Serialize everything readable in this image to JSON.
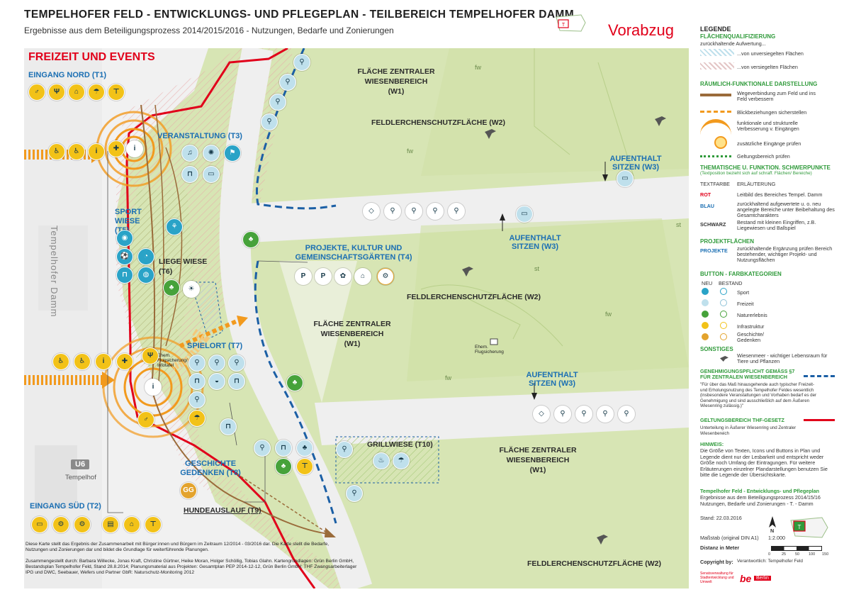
{
  "header": {
    "title": "TEMPELHOFER FELD - ENTWICKLUNGS- UND PFLEGEPLAN - TEILBEREICH TEMPELHOFER DAMM",
    "subtitle": "Ergebnisse aus dem Beteiligungsprozess 2014/2015/2016 - Nutzungen, Bedarfe und Zonierungen",
    "mini_map_label": "T",
    "stamp": "Vorabzug"
  },
  "map": {
    "section_title": "FREIZEIT UND EVENTS",
    "street": "Tempelhofer Damm",
    "ubahn": "U6",
    "ubahn_station": "Tempelhof",
    "zones": {
      "eingang_nord": "EINGANG NORD (T1)",
      "eingang_sued": "EINGANG SÜD (T2)",
      "veranstaltung": "VERANSTALTUNG (T3)",
      "gaerten": "PROJEKTE, KULTUR UND GEMEINSCHAFTSGÄRTEN (T4)",
      "sportwiese": "SPORT WIESE (T5)",
      "liegewiese": "LIEGE WIESE (T6)",
      "spielort": "SPIELORT (T7)",
      "geschichte": "GESCHICHTE GEDENKEN (T8)",
      "hundeauslauf": "HUNDEAUSLAUF (T9)",
      "grillwiese": "GRILLWIESE (T10)",
      "flaeche_w1_a": "FLÄCHE ZENTRALER WIESENBEREICH (W1)",
      "flaeche_w1_b": "FLÄCHE ZENTRALER WIESENBEREICH (W1)",
      "flaeche_w1_c": "FLÄCHE ZENTRALER WIESENBEREICH (W1)",
      "feldlerche_a": "FELDLERCHENSCHUTZFLÄCHE (W2)",
      "feldlerche_b": "FELDLERCHENSCHUTZFLÄCHE (W2)",
      "feldlerche_c": "FELDLERCHENSCHUTZFLÄCHE (W2)",
      "aufenthalt_a": "AUFENTHALT SITZEN (W3)",
      "aufenthalt_b": "AUFENTHALT SITZEN (W3)",
      "aufenthalt_c": "AUFENTHALT SITZEN (W3)"
    },
    "small_labels": {
      "fw1": "fw",
      "fw2": "fw",
      "fw3": "fw",
      "fw4": "fw",
      "st1": "st",
      "st2": "st",
      "ehem_flugsicherung": "Ehem. Flugsicherung",
      "ehem_flugsicherung_b": "Ehem. Flugsicherung/ Infotafel"
    },
    "icons": {
      "info": "i",
      "parking": "P",
      "gg": "GG"
    },
    "footnote": "Diese Karte stellt das Ergebnis der Zusammenarbeit mit Bürger:innen und Bürgern im Zeitraum 12/2014 - 03/2016 dar. Die Karte stellt die Bedarfe, Nutzungen und Zonierungen dar und bildet die Grundlage für weiterführende Planungen.",
    "credits": "Zusammengestellt durch: Barbara Willecke, Jonas Kraft, Christine Gürtner, Heike Moran, Holger Schöllig, Tobias Glahn. Kartengrundlagen: Grün Berlin GmbH, Bestandsplan Tempelhofer Feld, Stand 28.8.2014; Planungsmaterial aus Projekten: Gesamtplan PEP 2014-12-12, Grün Berlin GmbH; THF Zwangsarbeiterlager IPG und DWC, Seebauer, Wefers und Partner GbR: Naturschutz-Monitoring 2012"
  },
  "legend": {
    "title": "LEGENDE",
    "flaechenqual_h": "FLÄCHENQUALIFIZIERUNG",
    "flaechenqual_sub": "zurückhaltende Aufwertung...",
    "unversiegelt": "...von unversiegelten Flächen",
    "versiegelt": "...von versiegelten Flächen",
    "raeumlich_h": "RÄUMLICH-FUNKTIONALE DARSTELLUNG",
    "wegeverbindung": "Wegeverbindung zum Feld und ins Feld verbessern",
    "blick": "Blickbeziehungen sicherstellen",
    "funktional": "funktionale und strukturelle Verbesserung v. Eingängen",
    "zusaetzliche": "zusätzliche Eingänge prüfen",
    "geltung": "Geltungsbereich prüfen",
    "thematische_h": "THEMATISCHE U. FUNKTION. SCHWERPUNKTE",
    "thematische_sub": "(Textposition bezieht sich auf schraff. Flächen/ Bereiche)",
    "textfarbe": "TEXTFARBE",
    "erlaeuterung": "ERLÄUTERUNG",
    "rot": "ROT",
    "rot_text": "Leitbild des Bereiches Tempel. Damm",
    "blau": "BLAU",
    "blau_text": "zurückhaltend aufgewertete u. o. neu angelegte Bereiche unter Beibehaltung des Gesamtcharakters",
    "schwarz": "SCHWARZ",
    "schwarz_text": "Bestand mit kleinen Eingriffen, z.B. Liegewiesen und Ballspiel",
    "projekt_h": "PROJEKTFLÄCHEN",
    "projekte": "PROJEKTE",
    "projekte_text": "zurückhaltende Ergänzung prüfen Bereich bestehender, wichtiger Projekt- und Nutzungsflächen",
    "button_h": "BUTTON - FARBKATEGORIEN",
    "neu": "NEU",
    "bestand": "BESTAND",
    "sport": "Sport",
    "freizeit": "Freizeit",
    "naturerlebnis": "Naturerlebnis",
    "infrastruktur": "Infrastruktur",
    "geschichte": "Geschichte/ Gedenken",
    "sonstiges_h": "SONSTIGES",
    "wiesenmeer": "Wiesenmeer - wichtiger Lebensraum für Tiere und Pflanzen",
    "genehmigung_h": "GENEHMIGUNGSPFLICHT GEMÄSS §7 FÜR ZENTRALEN WIESENBEREICH",
    "genehmigung_text": "\"Für über das Maß hinausgehende auch typischer Freizeit- und Erholungsnutzung des Tempelhofer Feldes wesentlich (insbesondere Veranstaltungen und Vorhaben bedarf es der Genehmigung und sind ausschließlich auf dem Äußeren Wiesenring zulässig.)\"",
    "thf_h": "GELTUNGSBEREICH THF-GESETZ",
    "thf_text": "Unterteilung in Äußerer Wiesenring und Zentraler Wiesenbereich",
    "hinweis_h": "HINWEIS:",
    "hinweis_text": "Die Größe von Texten, Icons und Buttons in Plan und Legende dient nur der Lesbarkeit und entspricht weder Größe noch Umfang der Eintragungen. Für weitere Erläuterungen einzelner Plandarstellungen benutzen Sie bitte die Legende der Übersichtskarte.",
    "plan_h": "Tempelhofer Feld - Entwicklungs- und Pflegeplan",
    "plan_text": "Ergebnisse aus dem Beteiligungsprozess 2014/15/16 Nutzungen, Bedarfe und Zonierungen - T. - Damm",
    "stand": "Stand: 22.03.2016",
    "massstab_label": "Maßstab (original DIN A1)",
    "massstab": "1:2.000",
    "distanz": "Distanz in Meter",
    "scale_ticks": [
      "0",
      "25",
      "50",
      "100",
      "150"
    ],
    "copyright": "Copyright by:",
    "copyright_val": "Verantwortlich: Tempelhofer Feld",
    "logo_sen": "Senatsverwaltung für Stadtentwicklung und Umwelt",
    "logo_be": "be",
    "logo_berlin": "Berlin",
    "north": "N",
    "mini_label": "T"
  },
  "colors": {
    "grass": "#d7e5b4",
    "grass_dark": "#c6d9a0",
    "red_boundary": "#e1001a",
    "blue_dash": "#1b5fa5",
    "sport": "#2aa3c7",
    "freizeit": "#bfe0ec",
    "natur": "#46a23a",
    "infra": "#f2c218",
    "geschichte": "#e3a32d",
    "orange": "#f29a1e"
  }
}
